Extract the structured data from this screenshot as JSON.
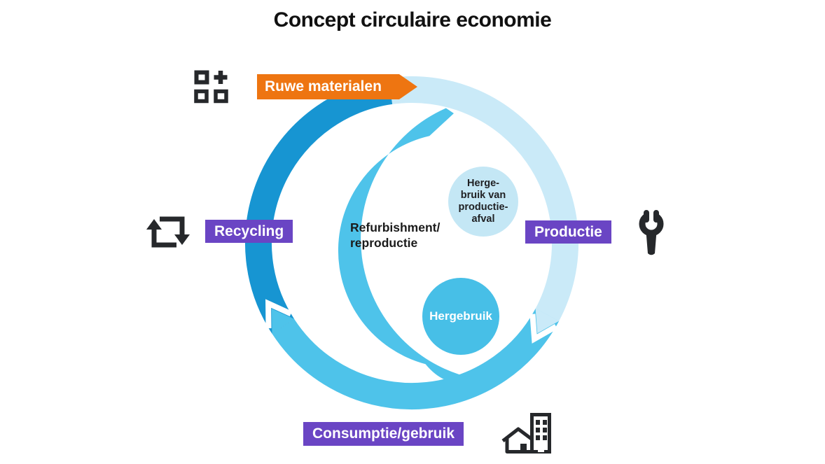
{
  "title": "Concept circulaire economie",
  "stages": {
    "raw_materials": "Ruwe materialen",
    "production": "Productie",
    "consumption": "Consumptie/gebruik",
    "recycling": "Recycling"
  },
  "inner": {
    "refurbishment_line1": "Refurbishment/",
    "refurbishment_line2": "reproductie",
    "production_waste_circle": {
      "line1": "Herge-",
      "line2": "bruik van",
      "line3": "productie-",
      "line4": "afval"
    },
    "reuse_circle": "Hergebruik"
  },
  "icons": {
    "raw_materials": "raw-materials-icon",
    "recycling": "recycle-arrows-icon",
    "production": "wrench-icon",
    "consumption": "buildings-icon"
  },
  "colors": {
    "accent_orange": "#EE7511",
    "accent_purple": "#6A45C4",
    "arc_dark_blue": "#1795D2",
    "arc_mid_blue": "#4EC3EA",
    "arc_pale_blue": "#CAEAF8",
    "circle_pale_blue": "#C4E7F5",
    "circle_mid_blue": "#47BFE7",
    "icon_dark": "#26282B",
    "title_text": "#111111"
  }
}
